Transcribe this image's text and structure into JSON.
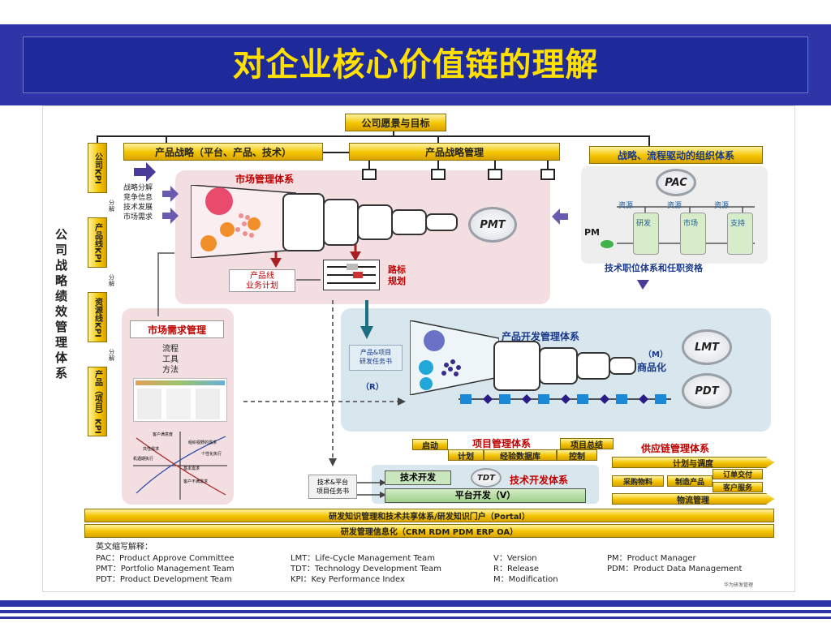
{
  "title": "对企业核心价值链的理解",
  "top_box": "公司愿景与目标",
  "product_strategy": "产品战略（平台、产品、技术）",
  "product_strategy_mgmt": "产品战略管理",
  "org_system": "战略、流程驱动的组织体系",
  "left_vertical": "公司战略绩效管理体系",
  "kpi_bars": [
    "公司KPI",
    "产品线KPI",
    "资源线KPI",
    "产品（项目）KPI"
  ],
  "decompose": "分解",
  "strategy_inputs": [
    "战略分解",
    "竞争信息",
    "技术发展",
    "市场需求"
  ],
  "market_mgmt": "市场管理体系",
  "pmt": "PMT",
  "product_line_plan": "产品线\n业务计划",
  "roadmap": "路标\n规划",
  "pac": "PAC",
  "resources": [
    "资源",
    "资源",
    "资源"
  ],
  "depts": [
    "研发",
    "市场",
    "支持"
  ],
  "pm": "PM",
  "tech_position": "技术职位体系和任职资格",
  "market_demand_mgmt": "市场需求管理",
  "process_tools": "流程\n工具\n方法",
  "quad_labels": [
    "客户满意度",
    "组织视野的需求",
    "共性需求",
    "个性化执行",
    "机遇期执行",
    "客户不满需求",
    "基本需求"
  ],
  "product_dev_mgmt": "产品开发管理体系",
  "task_book": "产品&项目\n研发任务书",
  "r_label": "（R）",
  "m_label": "（M）",
  "commercialize": "商品化",
  "lmt": "LMT",
  "pdt": "PDT",
  "tdt": "TDT",
  "project_mgmt": "项目管理体系",
  "project_steps": [
    "启动",
    "计划",
    "经验数据库",
    "控制",
    "项目总结"
  ],
  "tech_platform_task": "技术&平台\n项目任务书",
  "tech_dev": "技术开发",
  "tech_dev_system": "技术开发体系",
  "platform_dev": "平台开发（V）",
  "supply_chain": "供应链管理体系",
  "plan_schedule": "计划与调度",
  "purchase": "采购物料",
  "manufacture": "制造产品",
  "order_delivery": "订单交付",
  "customer_service": "客户服务",
  "logistics": "物流管理",
  "knowledge_bar": "研发知识管理和技术共享体系/研发知识门户（Portal）",
  "info_bar": "研发管理信息化（CRM RDM PDM ERP OA）",
  "legend_title": "英文缩写解释：",
  "legend": [
    [
      "PAC：Product Approve Committee",
      "LMT：Life-Cycle Management Team",
      "V：Version",
      "PM：Product Manager"
    ],
    [
      "PMT：Portfolio Management Team",
      "TDT：Technology Development Team",
      "R：Release",
      "PDM：Product Data Management"
    ],
    [
      "PDT：Product Development Team",
      "KPI：Key Performance Index",
      "M：Modification",
      ""
    ]
  ],
  "watermark": "华为研发管理"
}
